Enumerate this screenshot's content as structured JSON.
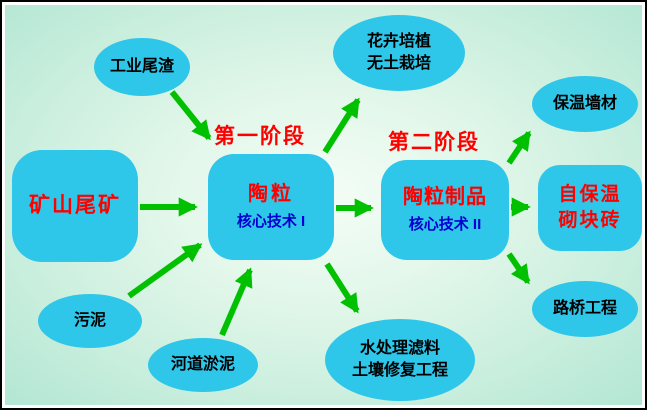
{
  "stages": {
    "stage1": "第一阶段",
    "stage2": "第二阶段"
  },
  "sources": {
    "industrial_slag": "工业尾渣",
    "mine_tailings": "矿山尾矿",
    "sludge": "污泥",
    "river_silt": "河道淤泥"
  },
  "process": {
    "ceramsite": {
      "title": "陶粒",
      "subtitle": "核心技术 I"
    },
    "products": {
      "title": "陶粒制品",
      "subtitle": "核心技术 II"
    }
  },
  "outputs": {
    "flower": {
      "line1": "花卉培植",
      "line2": "无土栽培"
    },
    "water": {
      "line1": "水处理滤料",
      "line2": "土壤修复工程"
    },
    "wall_material": "保温墙材",
    "brick": {
      "line1": "自保温",
      "line2": "砌块砖"
    },
    "road_bridge": "路桥工程"
  },
  "colors": {
    "node_fill": "#2EC6E9",
    "arrow_green": "#00C000",
    "stage_red": "#FF0000",
    "tech_blue": "#0000D0",
    "label_black": "#000000"
  }
}
